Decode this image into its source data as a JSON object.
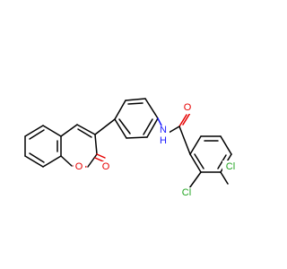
{
  "molecule": {
    "atoms": {
      "o_carbonyl_amide": "O",
      "n_amide": "N",
      "h_amide": "H",
      "cl_ortho": "Cl",
      "cl_para": "Cl",
      "o_ring_lactone": "O",
      "o_carbonyl_lactone": "O"
    },
    "colors": {
      "bond": "#000000",
      "oxygen": "#e60000",
      "nitrogen": "#1a1aff",
      "chlorine": "#1fa31f",
      "background": "#ffffff"
    }
  }
}
